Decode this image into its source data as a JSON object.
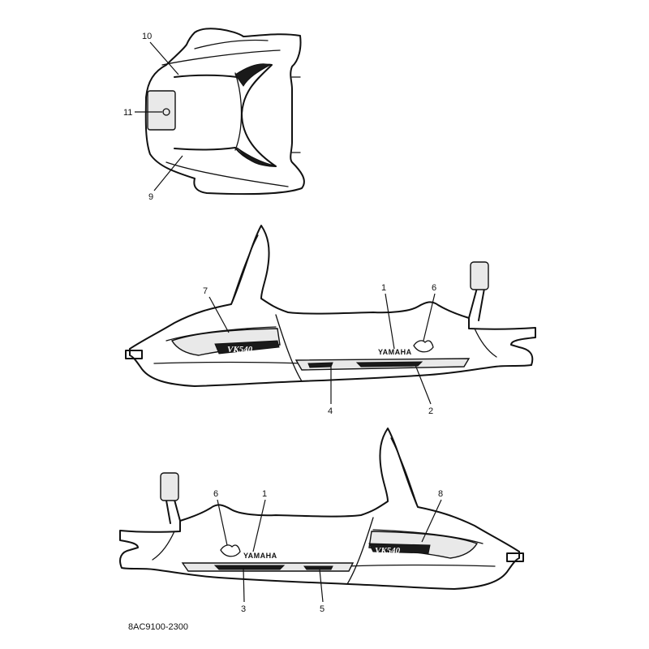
{
  "top_view": {
    "callouts": [
      {
        "id": "c10",
        "label": "10"
      },
      {
        "id": "c11",
        "label": "11"
      },
      {
        "id": "c9",
        "label": "9"
      }
    ]
  },
  "right_view": {
    "callouts": [
      {
        "id": "c7",
        "label": "7"
      },
      {
        "id": "c1",
        "label": "1"
      },
      {
        "id": "c6",
        "label": "6"
      },
      {
        "id": "c4",
        "label": "4"
      },
      {
        "id": "c2",
        "label": "2"
      }
    ],
    "decal_brand": "YAMAHA",
    "decal_model": "VK540"
  },
  "left_view": {
    "callouts": [
      {
        "id": "c6",
        "label": "6"
      },
      {
        "id": "c1",
        "label": "1"
      },
      {
        "id": "c8",
        "label": "8"
      },
      {
        "id": "c3",
        "label": "3"
      },
      {
        "id": "c5",
        "label": "5"
      }
    ],
    "decal_brand": "YAMAHA",
    "decal_model": "VK540"
  },
  "diagram_code": "8AC9100-2300"
}
